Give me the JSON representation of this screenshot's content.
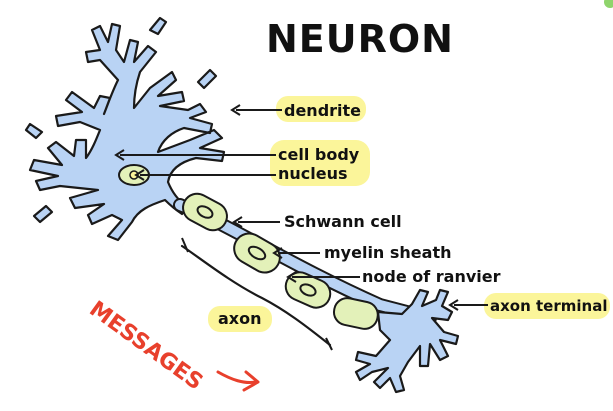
{
  "title": "NEURON",
  "labels": {
    "dendrite": "dendrite",
    "cell_body": "cell body",
    "nucleus": "nucleus",
    "schwann_cell": "Schwann cell",
    "myelin_sheath": "myelin sheath",
    "node_of_ranvier": "node of ranvier",
    "axon_terminal": "axon terminal",
    "axon": "axon"
  },
  "flow_label": "MESSAGES",
  "colors": {
    "neuron_fill": "#b9d3f4",
    "neuron_stroke": "#1a1a1a",
    "myelin_fill": "#e3f1b9",
    "highlight": "#fbf59a",
    "message_arrow": "#e8402c"
  }
}
